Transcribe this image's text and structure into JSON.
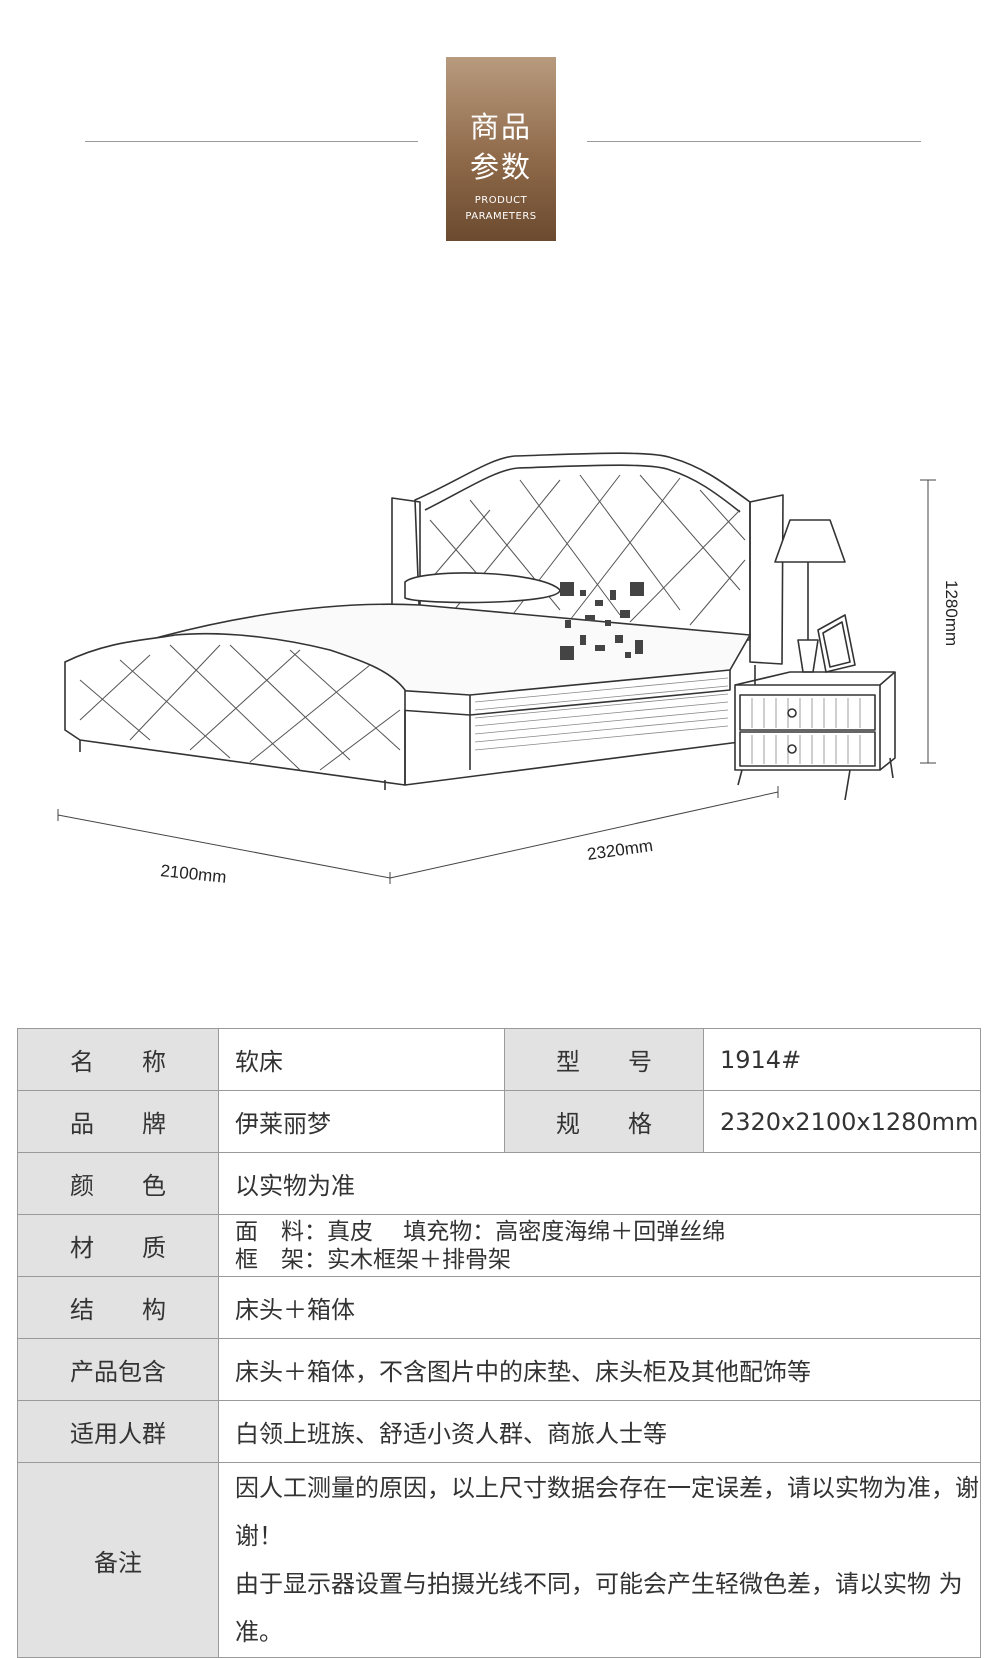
{
  "header": {
    "title_line1": "商品",
    "title_line2": "参数",
    "subtitle_line1": "PRODUCT",
    "subtitle_line2": "PARAMETERS"
  },
  "dimensions": {
    "height": "1280mm",
    "width": "2100mm",
    "length": "2320mm"
  },
  "params": {
    "name_key": "名　　称",
    "name_val": "软床",
    "model_key": "型　　号",
    "model_val": "1914#",
    "brand_key": "品　　牌",
    "brand_val": "伊莱丽梦",
    "spec_key": "规　　格",
    "spec_val": "2320x2100x1280mm",
    "color_key": "颜　　色",
    "color_val": "以实物为准",
    "material_key": "材　　质",
    "material_val1": "面　料：真皮　 填充物：高密度海绵＋回弹丝绵",
    "material_val2": "框　架：实木框架＋排骨架",
    "structure_key": "结　　构",
    "structure_val": "床头＋箱体",
    "contents_key": "产品包含",
    "contents_val": "床头＋箱体，不含图片中的床垫、床头柜及其他配饰等",
    "users_key": "适用人群",
    "users_val": "白领上班族、舒适小资人群、商旅人士等",
    "note_key": "备注",
    "note_val1": "因人工测量的原因，以上尺寸数据会存在一定误差，请以实物为准，谢谢！",
    "note_val2": "由于显示器设置与拍摄光线不同，可能会产生轻微色差，请以实物 为准。"
  }
}
